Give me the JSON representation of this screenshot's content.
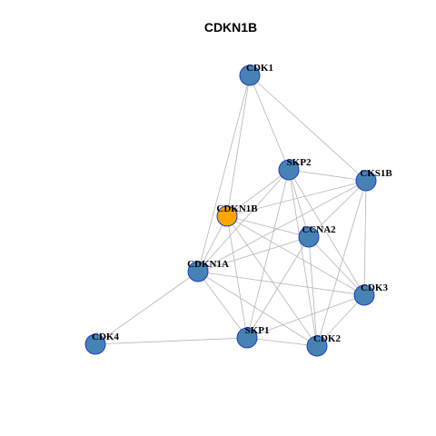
{
  "title": "CDKN1B",
  "colors": {
    "node_fill": "#4682B4",
    "node_stroke": "#1F3FBF",
    "focus_fill": "#FFA500",
    "focus_stroke": "#333333",
    "edge": "#B5B5B5"
  },
  "nodes": [
    {
      "id": "CDK1",
      "label": "CDK1",
      "focus": false
    },
    {
      "id": "SKP2",
      "label": "SKP2",
      "focus": false
    },
    {
      "id": "CKS1B",
      "label": "CKS1B",
      "focus": false
    },
    {
      "id": "CDKN1B",
      "label": "CDKN1B",
      "focus": true
    },
    {
      "id": "CCNA2",
      "label": "CCNA2",
      "focus": false
    },
    {
      "id": "CDKN1A",
      "label": "CDKN1A",
      "focus": false
    },
    {
      "id": "CDK3",
      "label": "CDK3",
      "focus": false
    },
    {
      "id": "CDK4",
      "label": "CDK4",
      "focus": false
    },
    {
      "id": "SKP1",
      "label": "SKP1",
      "focus": false
    },
    {
      "id": "CDK2",
      "label": "CDK2",
      "focus": false
    }
  ],
  "edges": [
    [
      "CDK1",
      "SKP2"
    ],
    [
      "CDK1",
      "CKS1B"
    ],
    [
      "CDK1",
      "CDKN1B"
    ],
    [
      "CDK1",
      "CDKN1A"
    ],
    [
      "SKP2",
      "CKS1B"
    ],
    [
      "SKP2",
      "CDKN1B"
    ],
    [
      "SKP2",
      "CCNA2"
    ],
    [
      "SKP2",
      "CDKN1A"
    ],
    [
      "SKP2",
      "SKP1"
    ],
    [
      "SKP2",
      "CDK2"
    ],
    [
      "SKP2",
      "CDK3"
    ],
    [
      "CKS1B",
      "CDKN1B"
    ],
    [
      "CKS1B",
      "CCNA2"
    ],
    [
      "CKS1B",
      "CDKN1A"
    ],
    [
      "CKS1B",
      "CDK3"
    ],
    [
      "CKS1B",
      "CDK2"
    ],
    [
      "CDKN1B",
      "CCNA2"
    ],
    [
      "CDKN1B",
      "CDKN1A"
    ],
    [
      "CDKN1B",
      "SKP1"
    ],
    [
      "CDKN1B",
      "CDK2"
    ],
    [
      "CDKN1B",
      "CDK3"
    ],
    [
      "CCNA2",
      "CDKN1A"
    ],
    [
      "CCNA2",
      "SKP1"
    ],
    [
      "CCNA2",
      "CDK2"
    ],
    [
      "CCNA2",
      "CDK3"
    ],
    [
      "CDKN1A",
      "CDK4"
    ],
    [
      "CDKN1A",
      "SKP1"
    ],
    [
      "CDKN1A",
      "CDK2"
    ],
    [
      "CDKN1A",
      "CDK3"
    ],
    [
      "CDK4",
      "SKP1"
    ],
    [
      "SKP1",
      "CDK2"
    ],
    [
      "SKP1",
      "CDK3"
    ],
    [
      "CDK2",
      "CDK3"
    ]
  ]
}
